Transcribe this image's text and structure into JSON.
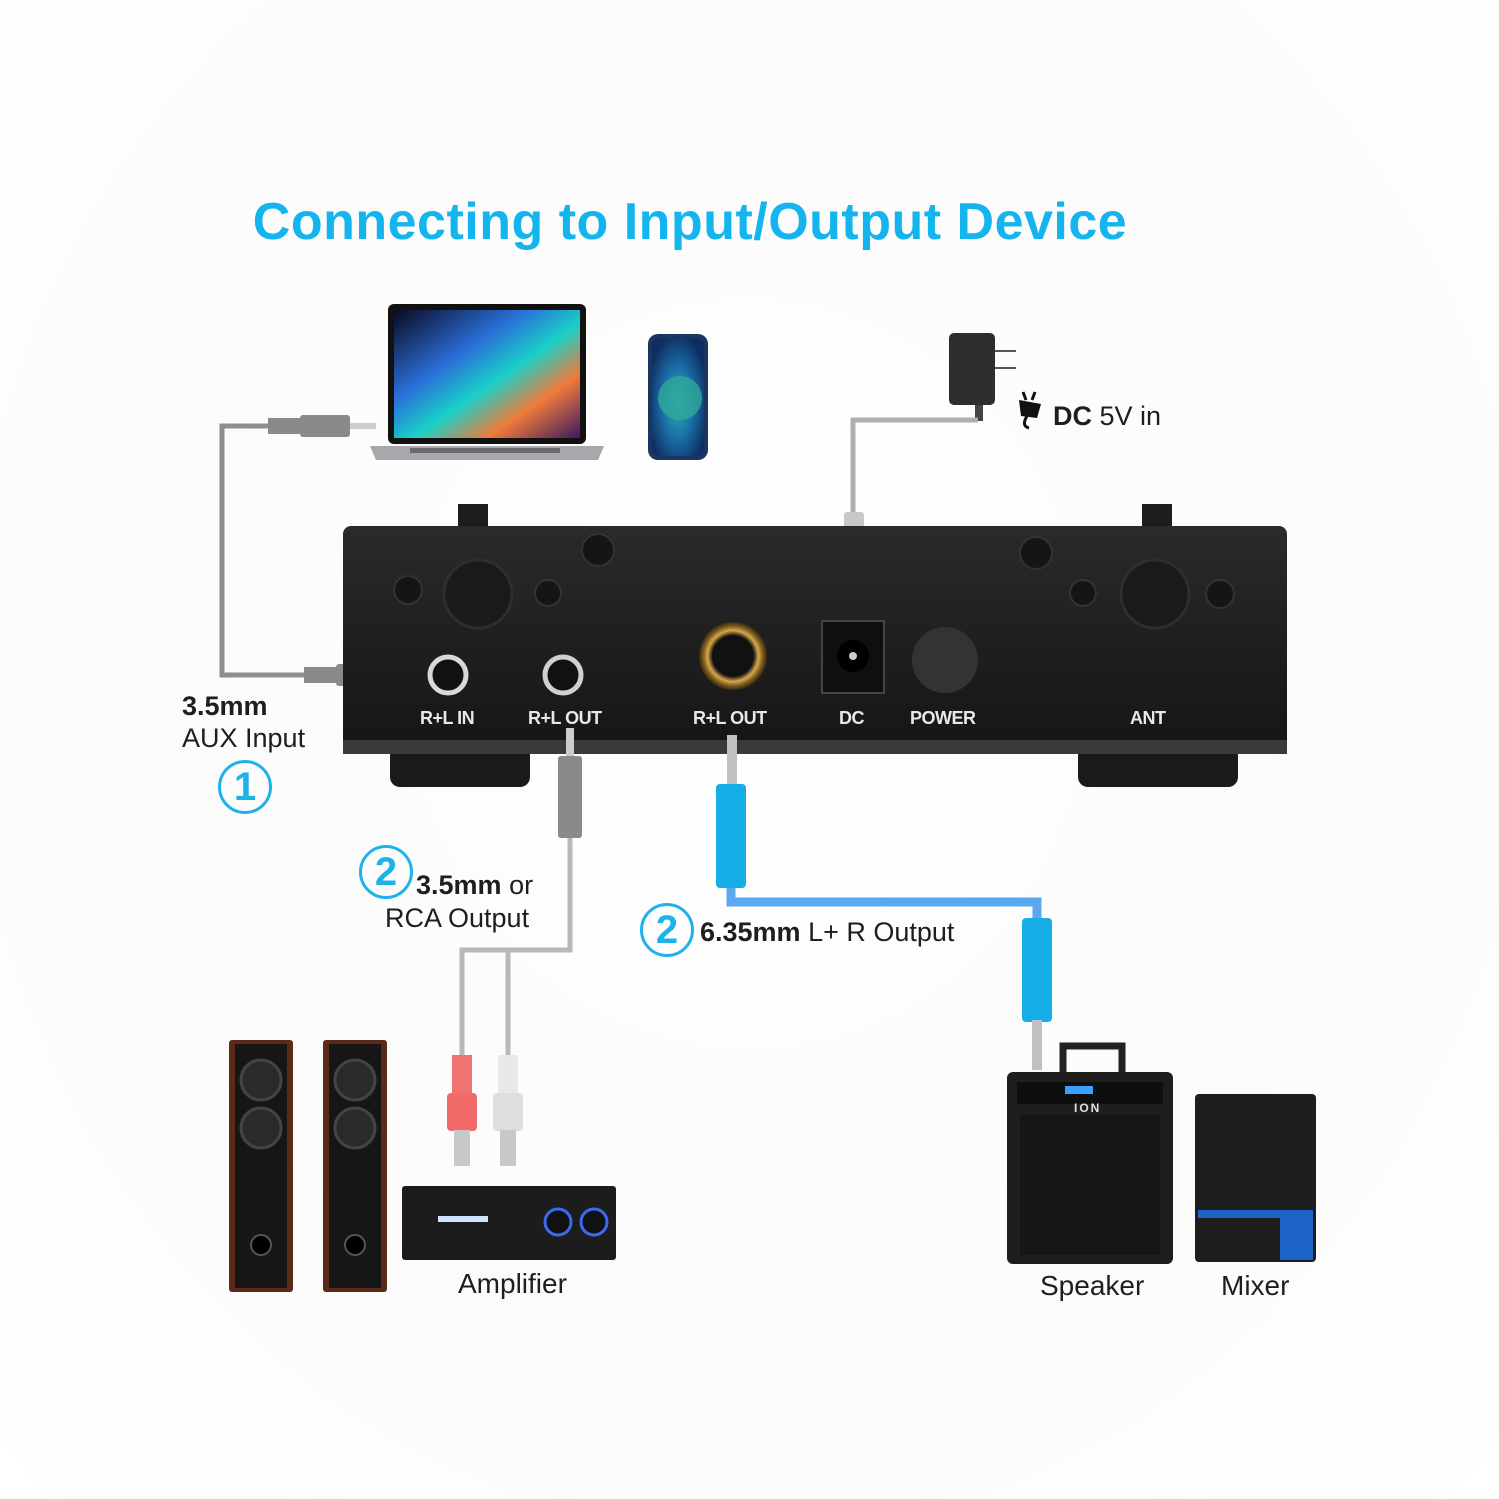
{
  "title": "Connecting to Input/Output Device",
  "colors": {
    "accent": "#14b4ee",
    "badge": "#1eb2e8",
    "cable_blue": "#5aa8f0",
    "plug_blue": "#16aee6",
    "cable_gray": "#9a9a9a",
    "device_body": "#1c1c1c",
    "rca_red": "#f06a6a",
    "rca_white": "#e4e4e4"
  },
  "devices_top": {
    "laptop": "laptop-icon",
    "phone": "smartphone-icon",
    "adapter": "power-adapter-icon"
  },
  "dc_input": {
    "icon": "plug-icon",
    "bold": "DC",
    "text": " 5V in"
  },
  "receiver_panel": {
    "ports": [
      {
        "label": "R+L IN"
      },
      {
        "label": "R+L OUT"
      },
      {
        "label": "R+L OUT"
      },
      {
        "label": "DC"
      },
      {
        "label": "POWER"
      },
      {
        "label": "ANT"
      }
    ]
  },
  "annotations": {
    "aux_input": {
      "badge": "1",
      "bold": "3.5mm",
      "line2": "AUX Input"
    },
    "rca_output": {
      "badge": "2",
      "bold": "3.5mm",
      "rest": " or",
      "line2": "RCA Output"
    },
    "jack_output": {
      "badge": "2",
      "bold": "6.35mm",
      "rest": " L+ R Output"
    }
  },
  "output_devices": [
    {
      "label": "Amplifier"
    },
    {
      "label": "Speaker",
      "brand": "ION"
    },
    {
      "label": "Mixer"
    }
  ]
}
